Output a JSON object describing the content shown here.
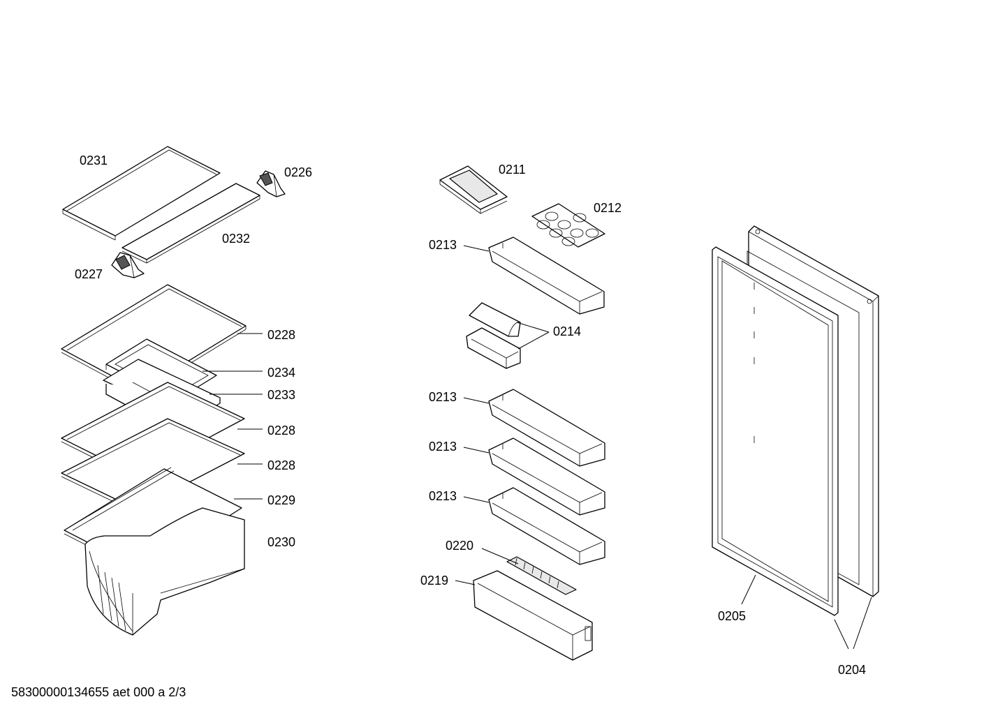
{
  "labels": {
    "l0231": "0231",
    "l0226": "0226",
    "l0232": "0232",
    "l0227": "0227",
    "l0228a": "0228",
    "l0234": "0234",
    "l0233": "0233",
    "l0228b": "0228",
    "l0228c": "0228",
    "l0229": "0229",
    "l0230": "0230",
    "l0211": "0211",
    "l0212": "0212",
    "l0213a": "0213",
    "l0214": "0214",
    "l0213b": "0213",
    "l0213c": "0213",
    "l0213d": "0213",
    "l0220": "0220",
    "l0219": "0219",
    "l0205": "0205",
    "l0204": "0204"
  },
  "footer": {
    "document_id": "58300000134655 aet 000 a 2/3"
  }
}
